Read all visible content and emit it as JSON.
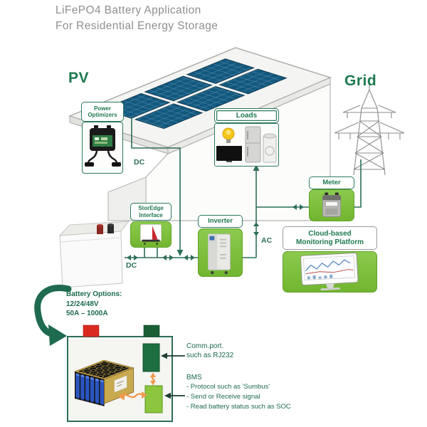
{
  "title": {
    "line1": "LiFePO4 Battery Application",
    "line2": "For Residential Energy Storage"
  },
  "sections": {
    "pv_label": "PV",
    "grid_label": "Grid"
  },
  "boxes": {
    "power_optimizers": {
      "line1": "Power",
      "line2": "Optimizers"
    },
    "storedge": {
      "line1": "StorEdge",
      "line2": "Interface"
    },
    "loads": {
      "label": "Loads"
    },
    "inverter": {
      "label": "Inverter"
    },
    "meter": {
      "label": "Meter"
    },
    "cloud": {
      "line1": "Cloud-based",
      "line2": "Monitoring Platform"
    }
  },
  "wire_labels": {
    "dc_pv": "DC",
    "dc_battery": "DC",
    "ac": "AC"
  },
  "battery_options": {
    "line1": "Battery Options:",
    "line2": "12/24/48V",
    "line3": "50A – 1000A"
  },
  "annotations": {
    "comm_port": {
      "line1": "Comm.port.",
      "line2": "such as RJ232"
    },
    "bms": {
      "title": "BMS",
      "items": [
        "-  Protocol such as 'Sumbus'",
        "-  Send or Receive signal",
        "-  Read battery status such as SOC"
      ]
    }
  },
  "icons": {
    "solar-panel-array": "blue grid panels on roof",
    "house": "white isometric house",
    "transmission-tower": "gray lattice pylon",
    "power-optimizer-device": "black module with two cables",
    "storedge-device": "white unit with red flag",
    "inverter-device": "gray cabinet",
    "electric-meter-device": "gray meter",
    "monitoring-screen": "desktop monitor with line chart",
    "light-bulb": "yellow bulb",
    "tv": "black flatscreen",
    "refrigerator": "gray fridge",
    "washing-machine": "white washer",
    "home-battery": "white battery with two terminals",
    "battery-pack": "isometric pack with blue cells",
    "curved-arrow": "thick dark-green curved arrow",
    "double-arrow": "bidirectional arrow glyph"
  },
  "colors": {
    "accent_green": "#7dc13d",
    "dark_green_text": "#1e7a50",
    "box_border_green": "#2d7a5f",
    "wire_green": "#2d6e5a",
    "title_gray": "#8f8f8f",
    "panel_blue": "#13587e",
    "orange_arrow": "#ef9a4c",
    "red_terminal": "#d92a20",
    "dark_green_terminal": "#1a5f36",
    "comm_port_block": "#1d6e40",
    "bms_block": "#8cc63e"
  }
}
